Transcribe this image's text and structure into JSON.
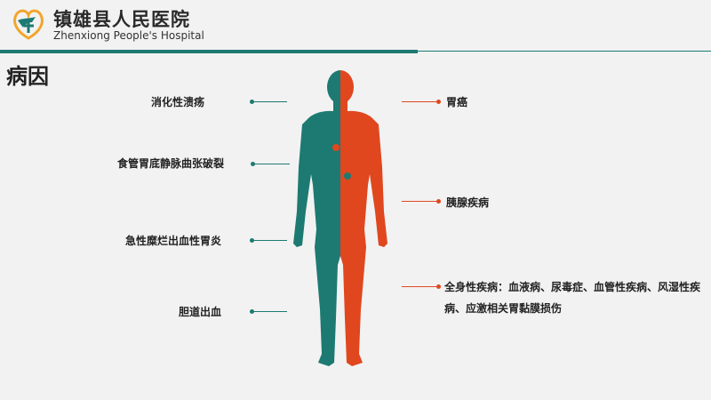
{
  "header": {
    "hospital_name": "镇雄县人民医院",
    "hospital_name_en": "Zhenxiong People's Hospital"
  },
  "section_title": "病因",
  "left_causes": [
    {
      "label": "消化性溃疡"
    },
    {
      "label": "食管胃底静脉曲张破裂"
    },
    {
      "label": "急性糜烂出血性胃炎"
    },
    {
      "label": "胆道出血"
    }
  ],
  "right_causes": [
    {
      "label": "胃癌"
    },
    {
      "label": "胰腺疾病"
    },
    {
      "label": "全身性疾病：血液病、尿毒症、血管性疾病、风湿性疾病、应激相关胃黏膜损伤"
    }
  ],
  "colors": {
    "teal": "#1d7a72",
    "orange": "#e0471f",
    "background": "#f2f2f2"
  },
  "icons": [
    "hospital-logo-icon",
    "human-body-figure"
  ]
}
